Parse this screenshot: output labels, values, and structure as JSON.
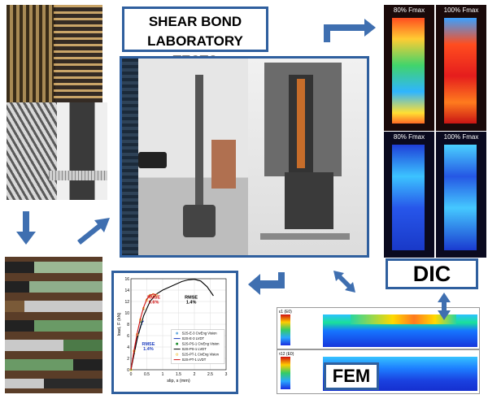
{
  "title": {
    "line1": "SHEAR BOND",
    "line2": "LABORATORY TESTS"
  },
  "labels": {
    "dic": "DIC",
    "fem": "FEM"
  },
  "dic_panels": {
    "top_left": "80% Fmax",
    "top_right": "100% Fmax",
    "bottom_left": "80% Fmax",
    "bottom_right": "100% Fmax"
  },
  "fem_legends": {
    "top_header": "ε1 (E0)",
    "bottom_header": "τ12 (E0)"
  },
  "colors": {
    "frame": "#2f5f9e",
    "arrow": "#3f6fb0",
    "blue_series": "#1f3fbf",
    "green_series": "#1f8f2f",
    "red_series": "#d01010",
    "black_series": "#000000"
  },
  "chart_data": {
    "type": "line",
    "xlabel": "slip, s (mm)",
    "ylabel": "load, F (kN)",
    "xlim": [
      0,
      3
    ],
    "ylim": [
      0,
      16
    ],
    "xticks": [
      "0",
      "0.5",
      "1",
      "1.5",
      "2",
      "2.5",
      "3"
    ],
    "yticks": [
      "0",
      "2",
      "4",
      "6",
      "8",
      "10",
      "12",
      "14",
      "16"
    ],
    "annotations": [
      {
        "text": "RMSE\n0.6%",
        "color": "#d01010",
        "x": 0.72,
        "y": 12.5
      },
      {
        "text": "RMSE\n1.4%",
        "color": "#000000",
        "x": 1.9,
        "y": 12.5
      },
      {
        "text": "RMSE\n1.4%",
        "color": "#1f3fbf",
        "x": 0.55,
        "y": 4.3
      }
    ],
    "series": [
      {
        "name": "S2S-E-3 CivEng Vision",
        "color": "#6fb0e0",
        "marker": "*",
        "style": "points",
        "x": [
          0,
          0.05,
          0.1,
          0.15,
          0.2,
          0.25,
          0.3,
          0.35
        ],
        "y": [
          0,
          1.8,
          3.2,
          4.4,
          5.4,
          6.5,
          7.3,
          7.8
        ]
      },
      {
        "name": "S2S-E-3 LVDT",
        "color": "#1f3fbf",
        "style": "line",
        "x": [
          0,
          0.05,
          0.1,
          0.15,
          0.2,
          0.25,
          0.3,
          0.35,
          0.4
        ],
        "y": [
          0,
          1.6,
          3.0,
          4.3,
          5.5,
          6.6,
          7.6,
          8.3,
          8.6
        ]
      },
      {
        "name": "S2S-PS-1 CivEng Vision",
        "color": "#1f8f2f",
        "marker": ".",
        "style": "points",
        "x": [
          0,
          0.1,
          0.2,
          0.3,
          0.4,
          0.5,
          0.6
        ],
        "y": [
          0,
          3.0,
          5.8,
          8.4,
          10.6,
          12.4,
          13.2
        ]
      },
      {
        "name": "S2S-PS-1 LVDT",
        "color": "#000000",
        "style": "line",
        "x": [
          0,
          0.2,
          0.4,
          0.6,
          0.8,
          1.0,
          1.2,
          1.4,
          1.6,
          1.8,
          2.0,
          2.2,
          2.4,
          2.6
        ],
        "y": [
          0,
          5.5,
          9.5,
          12.0,
          13.3,
          14.0,
          14.5,
          15.0,
          15.5,
          15.8,
          15.9,
          15.6,
          14.6,
          13.0
        ]
      },
      {
        "name": "S2S-PT-1 CivEng Vision",
        "color": "#f2c23a",
        "marker": "o",
        "style": "points",
        "x": [
          0,
          0.1,
          0.2,
          0.3,
          0.4,
          0.5,
          0.6,
          0.7,
          0.8
        ],
        "y": [
          0,
          3.3,
          6.2,
          8.8,
          10.8,
          12.2,
          13.0,
          13.2,
          13.1
        ]
      },
      {
        "name": "S2S-PT-1 LVDT",
        "color": "#d01010",
        "style": "line",
        "x": [
          0,
          0.1,
          0.2,
          0.3,
          0.4,
          0.5,
          0.6,
          0.7,
          0.8
        ],
        "y": [
          0,
          3.5,
          6.5,
          9.0,
          11.0,
          12.4,
          13.1,
          13.3,
          13.2
        ]
      }
    ]
  }
}
